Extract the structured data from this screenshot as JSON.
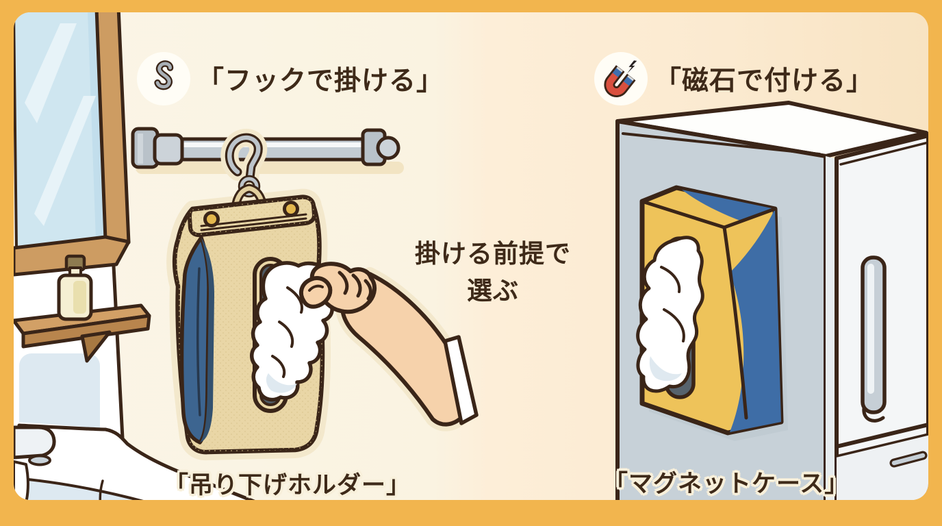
{
  "panels": {
    "left": {
      "icon": "s-hook",
      "title": "「フックで掛ける」",
      "item_label": "「吊り下げホルダー」",
      "scene": "bathroom with mirror, shelf, sink; tissue holder hanging from towel bar by S-hook, hand pulling tissue"
    },
    "right": {
      "icon": "magnet",
      "title": "「磁石で付ける」",
      "item_label": "「マグネットケース」",
      "scene": "tissue case attached magnetically to refrigerator side panel"
    }
  },
  "center_note": {
    "line1": "掛ける前提で",
    "line2": "選ぶ"
  },
  "colors": {
    "frame_border": "#f2b54e",
    "left_background": "#fbf5e7",
    "right_background": "#fbead0",
    "outline": "#3a2518",
    "text": "#3e2a19",
    "holder_tan": "#e9d6a6",
    "holder_blue": "#3d6590",
    "box_yellow": "#eec35a",
    "box_blue": "#3e6da6",
    "magnet_red": "#d9503f",
    "magnet_blue": "#3f6fae",
    "fridge_gray": "#c7d1d8",
    "mirror_glass": "#cfe6f0",
    "wood": "#cd9c62"
  }
}
